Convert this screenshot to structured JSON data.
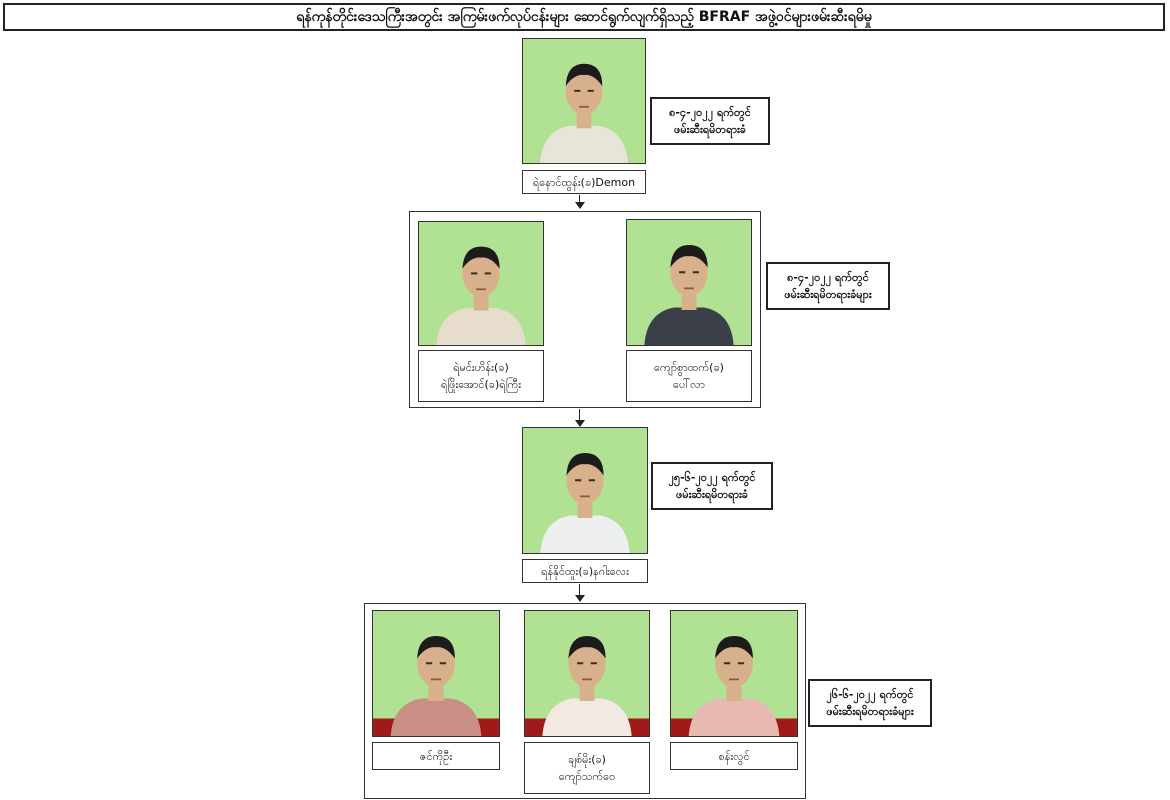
{
  "title": "ရန်ကုန်တိုင်းဒေသကြီးအတွင်း အကြမ်းဖက်လုပ်ငန်းများ ဆောင်ရွက်လျက်ရှိသည့် BFRAF အဖွဲ့ဝင်များဖမ်းဆီးရမိမှု",
  "tiers": [
    {
      "date_lines": [
        "၈-၄-၂၀၂၂ ရက်တွင်",
        "ဖမ်းဆီးရမိတရားခံ"
      ],
      "people": [
        {
          "name_lines": [
            "ရဲနောင်ထွန်း(ခ)Demon"
          ],
          "shirt": "#e9e4d8"
        }
      ]
    },
    {
      "date_lines": [
        "၈-၄-၂၀၂၂ ရက်တွင်",
        "ဖမ်းဆီးရမိတရားခံများ"
      ],
      "people": [
        {
          "name_lines": [
            "ရဲမင်းဟိန်း(ခ)",
            "ရဲဖြိုးအောင်(ခ)ရဲကြီး"
          ],
          "shirt": "#e7ddcc"
        },
        {
          "name_lines": [
            "ကျော်စွာထက်(ခ)",
            "ပေါ်လာ"
          ],
          "shirt": "#3a3f48"
        }
      ]
    },
    {
      "date_lines": [
        "၂၅-၆-၂၀၂၂ ရက်တွင်",
        "ဖမ်းဆီးရမိတရားခံ"
      ],
      "people": [
        {
          "name_lines": [
            "ရန်နိုင်ထူး(ခ)နဂါးလေး"
          ],
          "shirt": "#eef0ef"
        }
      ]
    },
    {
      "date_lines": [
        "၂၆-၆-၂၀၂၂ ရက်တွင်",
        "ဖမ်းဆီးရမိတရားခံများ"
      ],
      "people": [
        {
          "name_lines": [
            "ဇင်ကိုဦး"
          ],
          "shirt": "#c98f84"
        },
        {
          "name_lines": [
            "ချစ်မိုး(ခ)",
            "ကျော်သက်ဝေ"
          ],
          "shirt": "#f3e9e3"
        },
        {
          "name_lines": [
            "စန်းလွင်"
          ],
          "shirt": "#e7b9b1"
        }
      ]
    }
  ],
  "colors": {
    "photo_bg": "#a7df85",
    "skin": "#d9b08c",
    "hair": "#1c1c1c",
    "floor": "#a01a1a"
  }
}
